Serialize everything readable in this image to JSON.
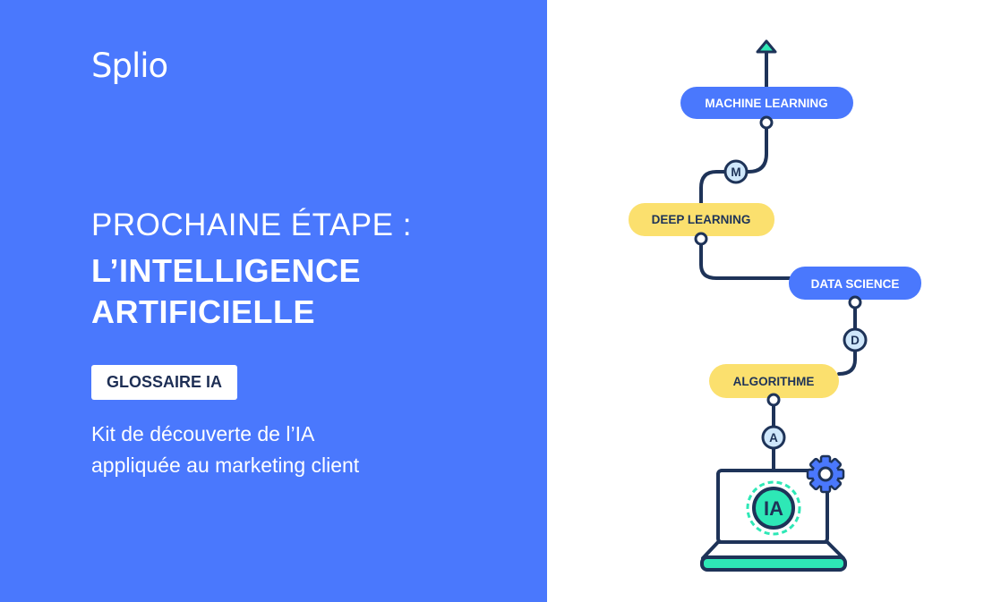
{
  "brand": "Splio",
  "title_line1": "PROCHAINE ÉTAPE :",
  "title_line2": "L’INTELLIGENCE",
  "title_line3": "ARTIFICIELLE",
  "badge": "GLOSSAIRE IA",
  "subtitle_line1": "Kit de découverte de l’IA",
  "subtitle_line2": "appliquée au marketing client",
  "diagram": {
    "machine_learning": "MACHINE LEARNING",
    "deep_learning": "DEEP LEARNING",
    "data_science": "DATA SCIENCE",
    "algorithme": "ALGORITHME",
    "m": "M",
    "d": "D",
    "a": "A",
    "ia": "IA"
  },
  "colors": {
    "blue": "#4a78fd",
    "yellow": "#fbe06e",
    "teal": "#2ee8b6",
    "navy": "#1e3358",
    "light": "#cfe7fb"
  }
}
